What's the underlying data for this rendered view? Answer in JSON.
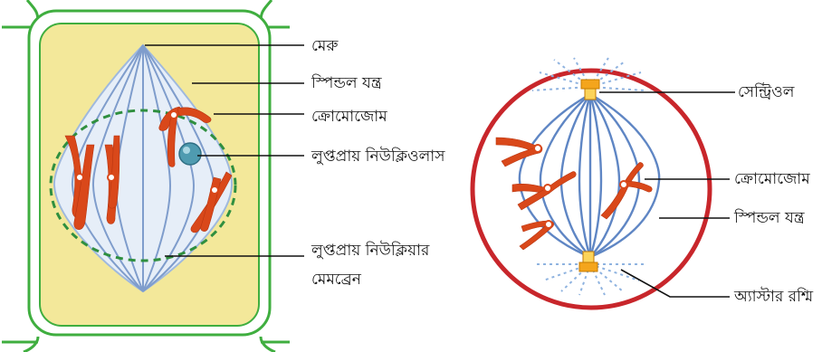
{
  "plant_cell": {
    "labels": {
      "pole": "মেরু",
      "spindle": "স্পিন্ডল যন্ত্র",
      "chromosome": "ক্রোমোজোম",
      "nucleolus": "লুপ্তপ্রায় নিউক্লিওলাস",
      "nuclear_membrane_line1": "লুপ্তপ্রায় নিউক্লিয়ার",
      "nuclear_membrane_line2": "মেমব্রেন"
    }
  },
  "animal_cell": {
    "labels": {
      "centriole": "সেন্ট্রিওল",
      "chromosome": "ক্রোমোজোম",
      "spindle": "স্পিন্ডল যন্ত্র",
      "aster": "অ্যাস্টার রশ্মি"
    }
  },
  "colors": {
    "cell_wall": "#3fae3f",
    "cytoplasm": "#f3e89a",
    "nuclear_membrane": "#2f8f3f",
    "spindle": "#7f9dcc",
    "chromosome": "#d9481a",
    "nucleolus": "#4f9bb0",
    "animal_membrane": "#c8262b",
    "centriole": "#f4a51c"
  }
}
